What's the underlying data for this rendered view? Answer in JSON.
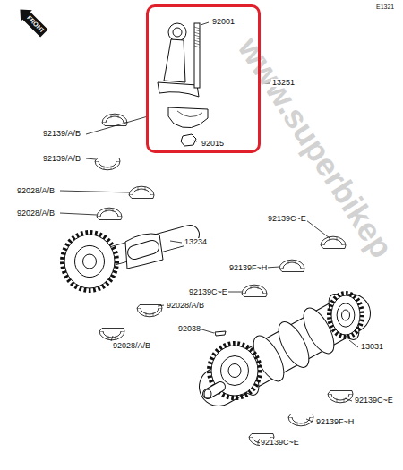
{
  "diagram": {
    "nodes": [
      {
        "text": [
          "92001",
          "92015"
        ]
      }
    ],
    "labels": [
      "E1321",
      "FRONT",
      "www.superbikep",
      "13251",
      "92139/A/B",
      "92139/A/B",
      "92028/A/B",
      "92028/A/B",
      "13234",
      "92139C~E",
      "92139F~H",
      "92139C~E",
      "92028/A/B",
      "92038",
      "92028/A/B",
      "13031",
      "92139C~E",
      "92139F~H",
      "92139C~E"
    ]
  }
}
